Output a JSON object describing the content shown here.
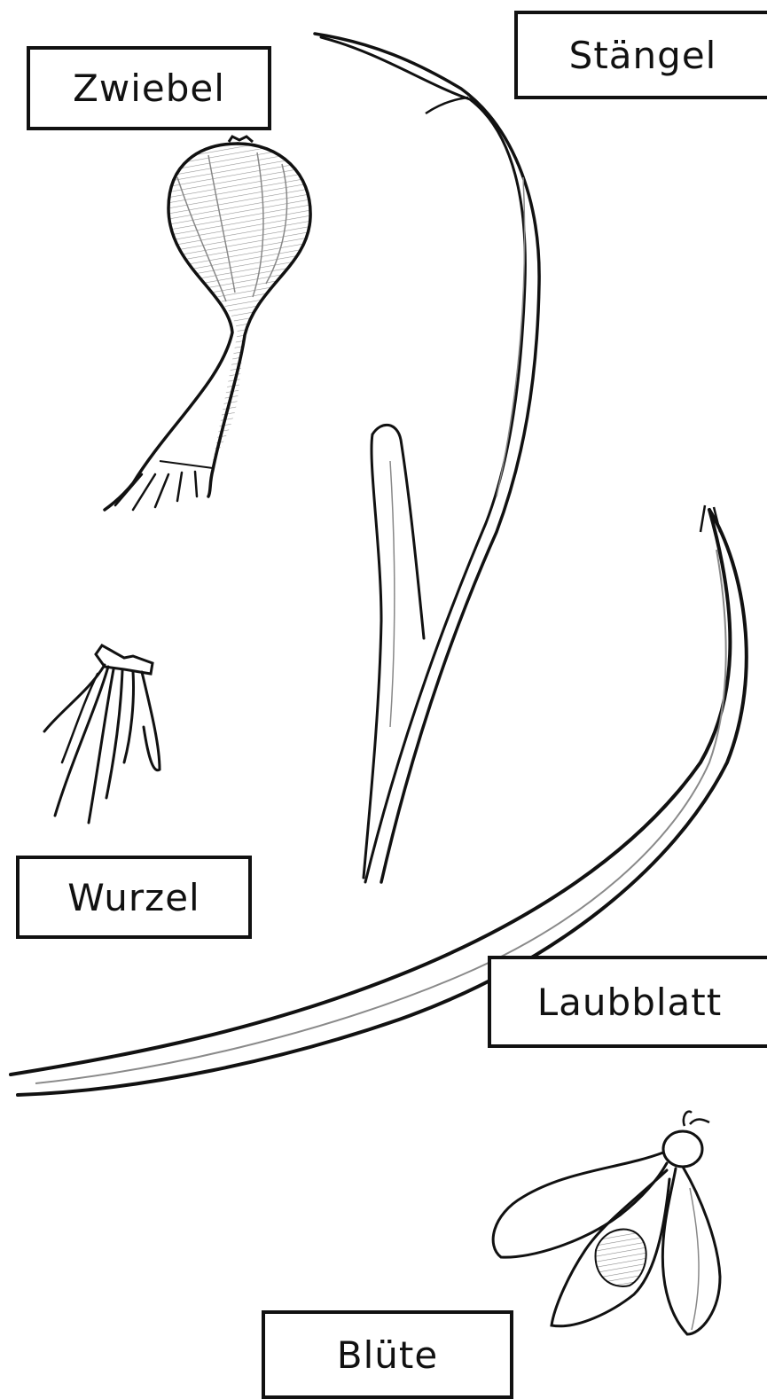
{
  "labels": {
    "bulb": "Zwiebel",
    "stem": "Stängel",
    "root": "Wurzel",
    "leaf": "Laubblatt",
    "flower": "Blüte"
  },
  "colors": {
    "ink": "#111111",
    "shade": "#7a7a7a",
    "background": "#ffffff"
  }
}
